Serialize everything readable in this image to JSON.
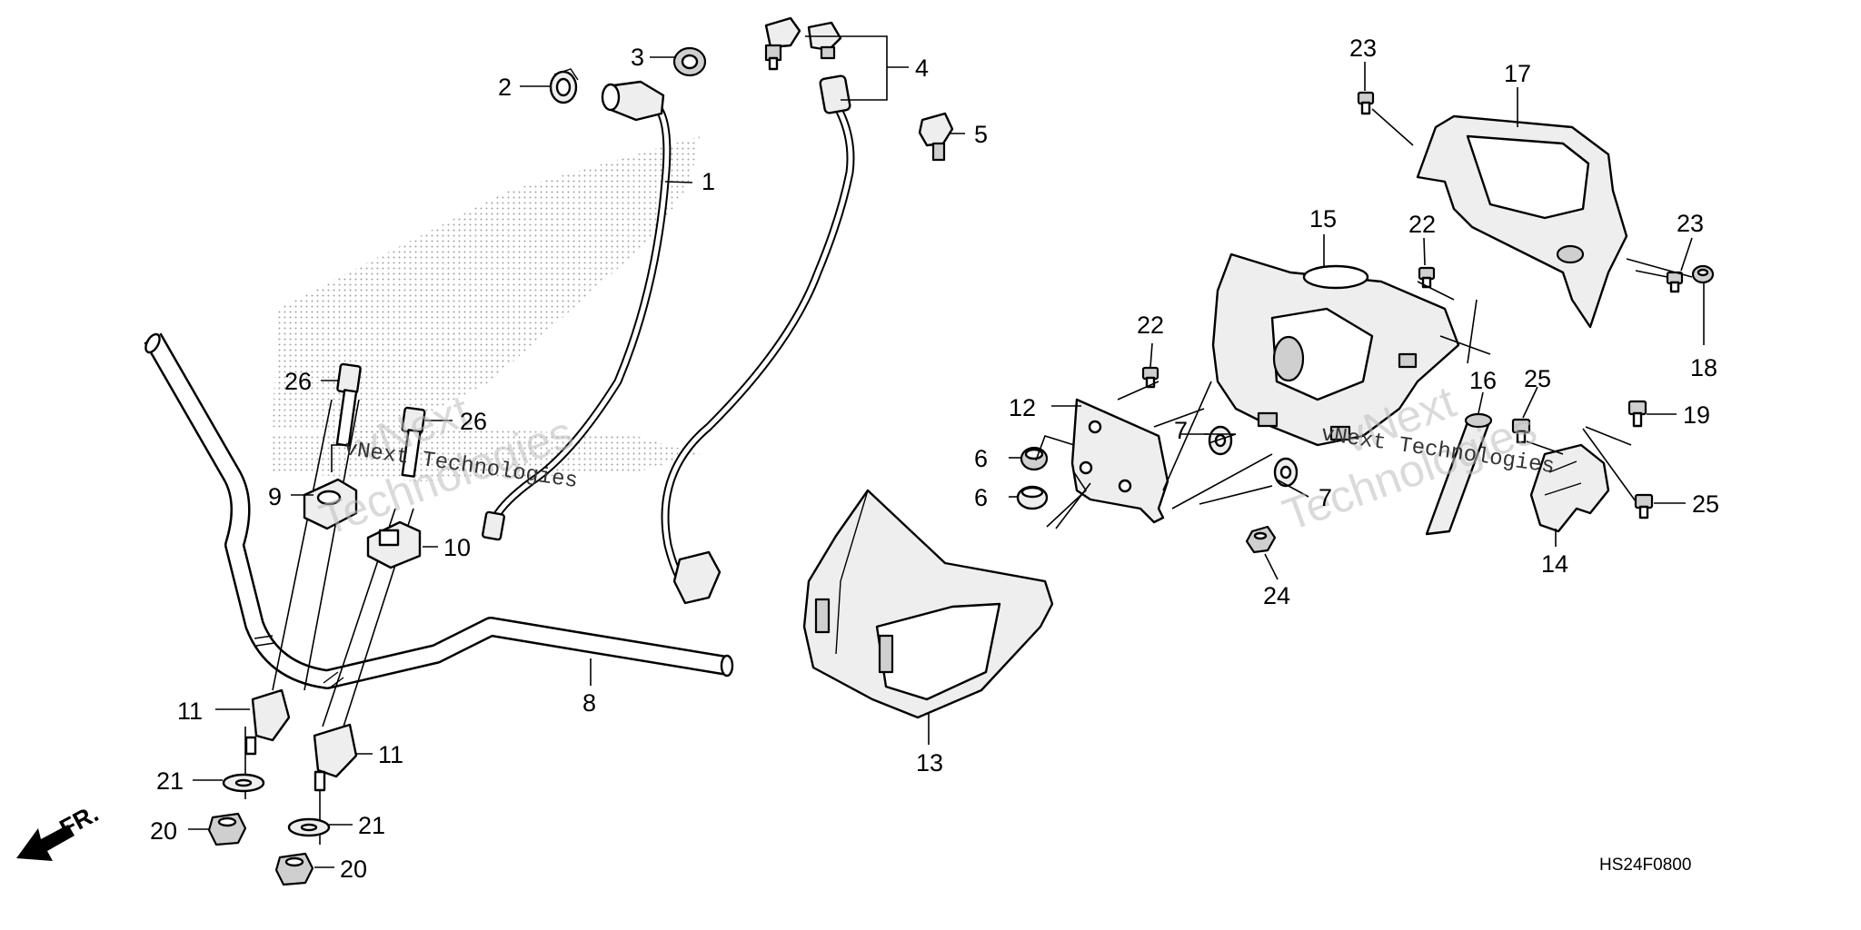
{
  "diagram": {
    "code": "HS24F0800",
    "direction_label": "FR.",
    "callouts": {
      "c1": "1",
      "c2": "2",
      "c3": "3",
      "c4": "4",
      "c5": "5",
      "c6a": "6",
      "c6b": "6",
      "c7a": "7",
      "c7b": "7",
      "c8": "8",
      "c9": "9",
      "c10": "10",
      "c11a": "11",
      "c11b": "11",
      "c12": "12",
      "c13": "13",
      "c14": "14",
      "c15": "15",
      "c16": "16",
      "c17": "17",
      "c18": "18",
      "c19": "19",
      "c20a": "20",
      "c20b": "20",
      "c21a": "21",
      "c21b": "21",
      "c22a": "22",
      "c22b": "22",
      "c23a": "23",
      "c23b": "23",
      "c24": "24",
      "c25a": "25",
      "c25b": "25",
      "c26a": "26",
      "c26b": "26"
    },
    "watermark": {
      "line1": "vNext",
      "line2": "Technologies",
      "inline": "vNext Technologies"
    }
  }
}
